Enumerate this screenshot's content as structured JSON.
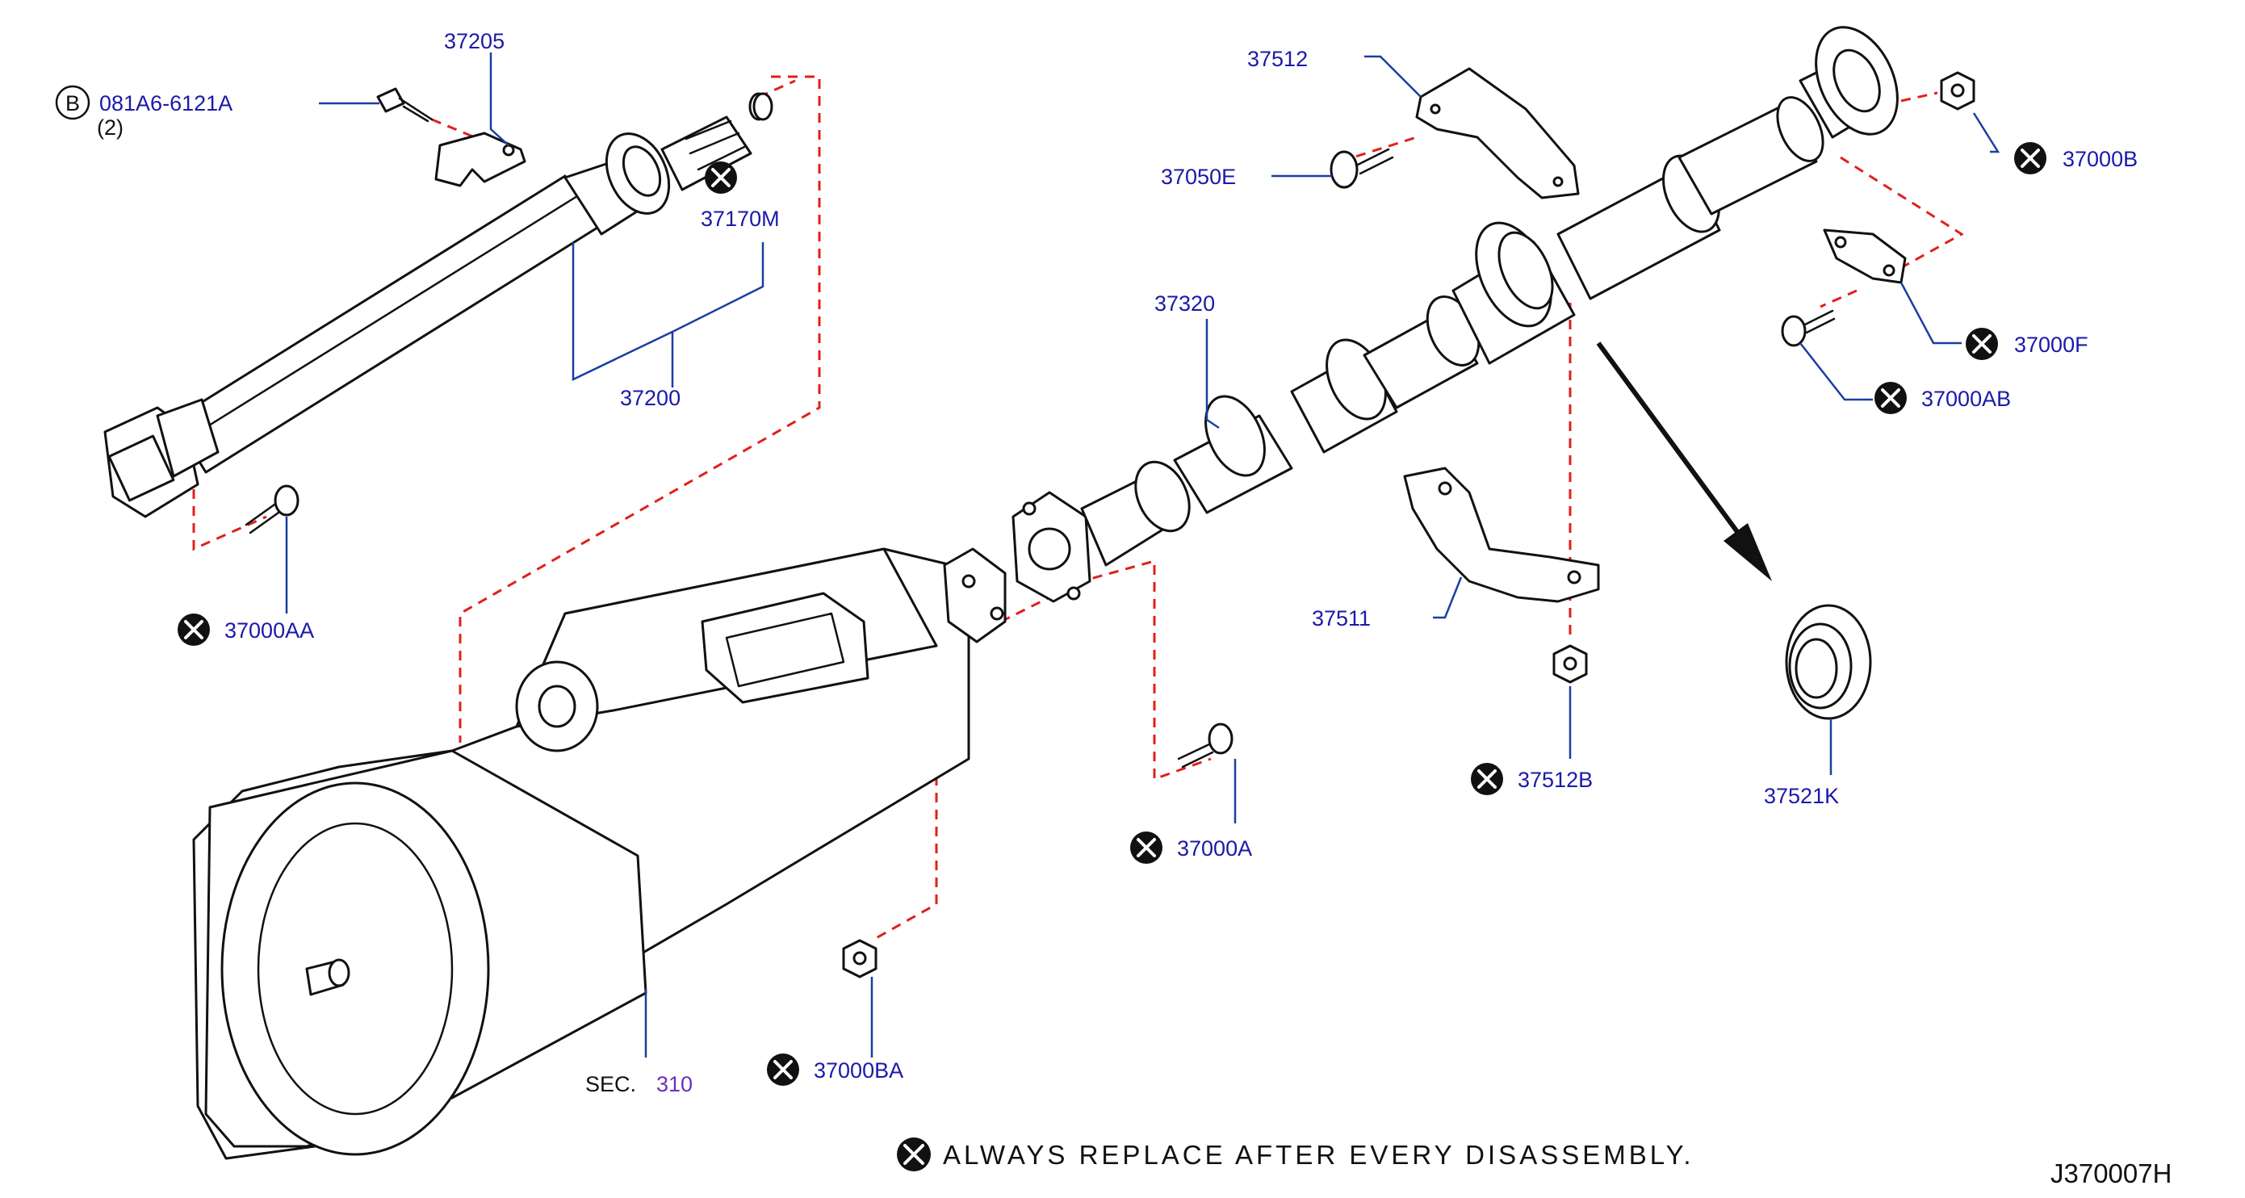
{
  "callouts": {
    "p37205": "37205",
    "p081A6": "081A6-6121A",
    "p081A6_qty": "(2)",
    "p081A6_marker": "B",
    "p37170M": "37170M",
    "p37200": "37200",
    "p37000AA": "37000AA",
    "p37512": "37512",
    "p37050E": "37050E",
    "p37320": "37320",
    "p37000B": "37000B",
    "p37000F": "37000F",
    "p37000AB": "37000AB",
    "p37511": "37511",
    "p37512B": "37512B",
    "p37521K": "37521K",
    "p37000A": "37000A",
    "p37000BA": "37000BA",
    "sec_prefix": "SEC.",
    "sec_number": "310"
  },
  "note": "ALWAYS  REPLACE  AFTER  EVERY  DISASSEMBLY.",
  "diagram_code": "J370007H",
  "colors": {
    "callout_text": "#1a1aaa",
    "section_ref": "#6a2fbf",
    "leader_line": "#1a3fa0",
    "dashed_line": "#e0201c",
    "linework": "#111111"
  }
}
